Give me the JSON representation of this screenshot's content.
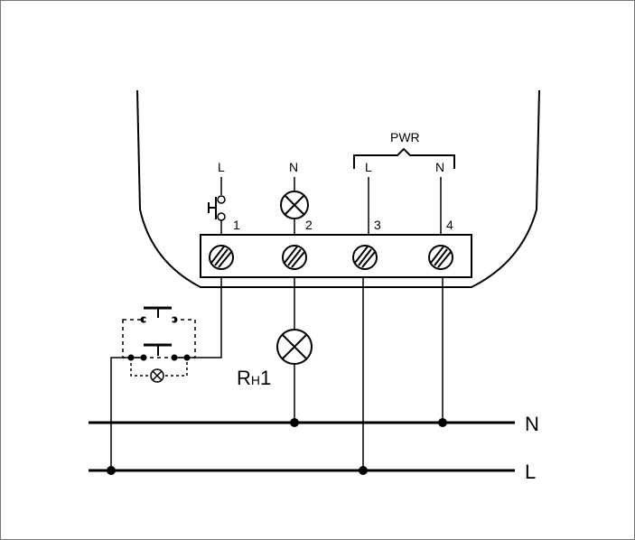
{
  "terminals": [
    {
      "number": "1",
      "top_label": "L"
    },
    {
      "number": "2",
      "top_label": "N"
    },
    {
      "number": "3",
      "top_label": "L"
    },
    {
      "number": "4",
      "top_label": "N"
    }
  ],
  "pwr_label": "PWR",
  "lamp_label": {
    "main": "R",
    "sub": "H",
    "suffix": "1"
  },
  "bus_lines": {
    "n": "N",
    "l": "L"
  }
}
